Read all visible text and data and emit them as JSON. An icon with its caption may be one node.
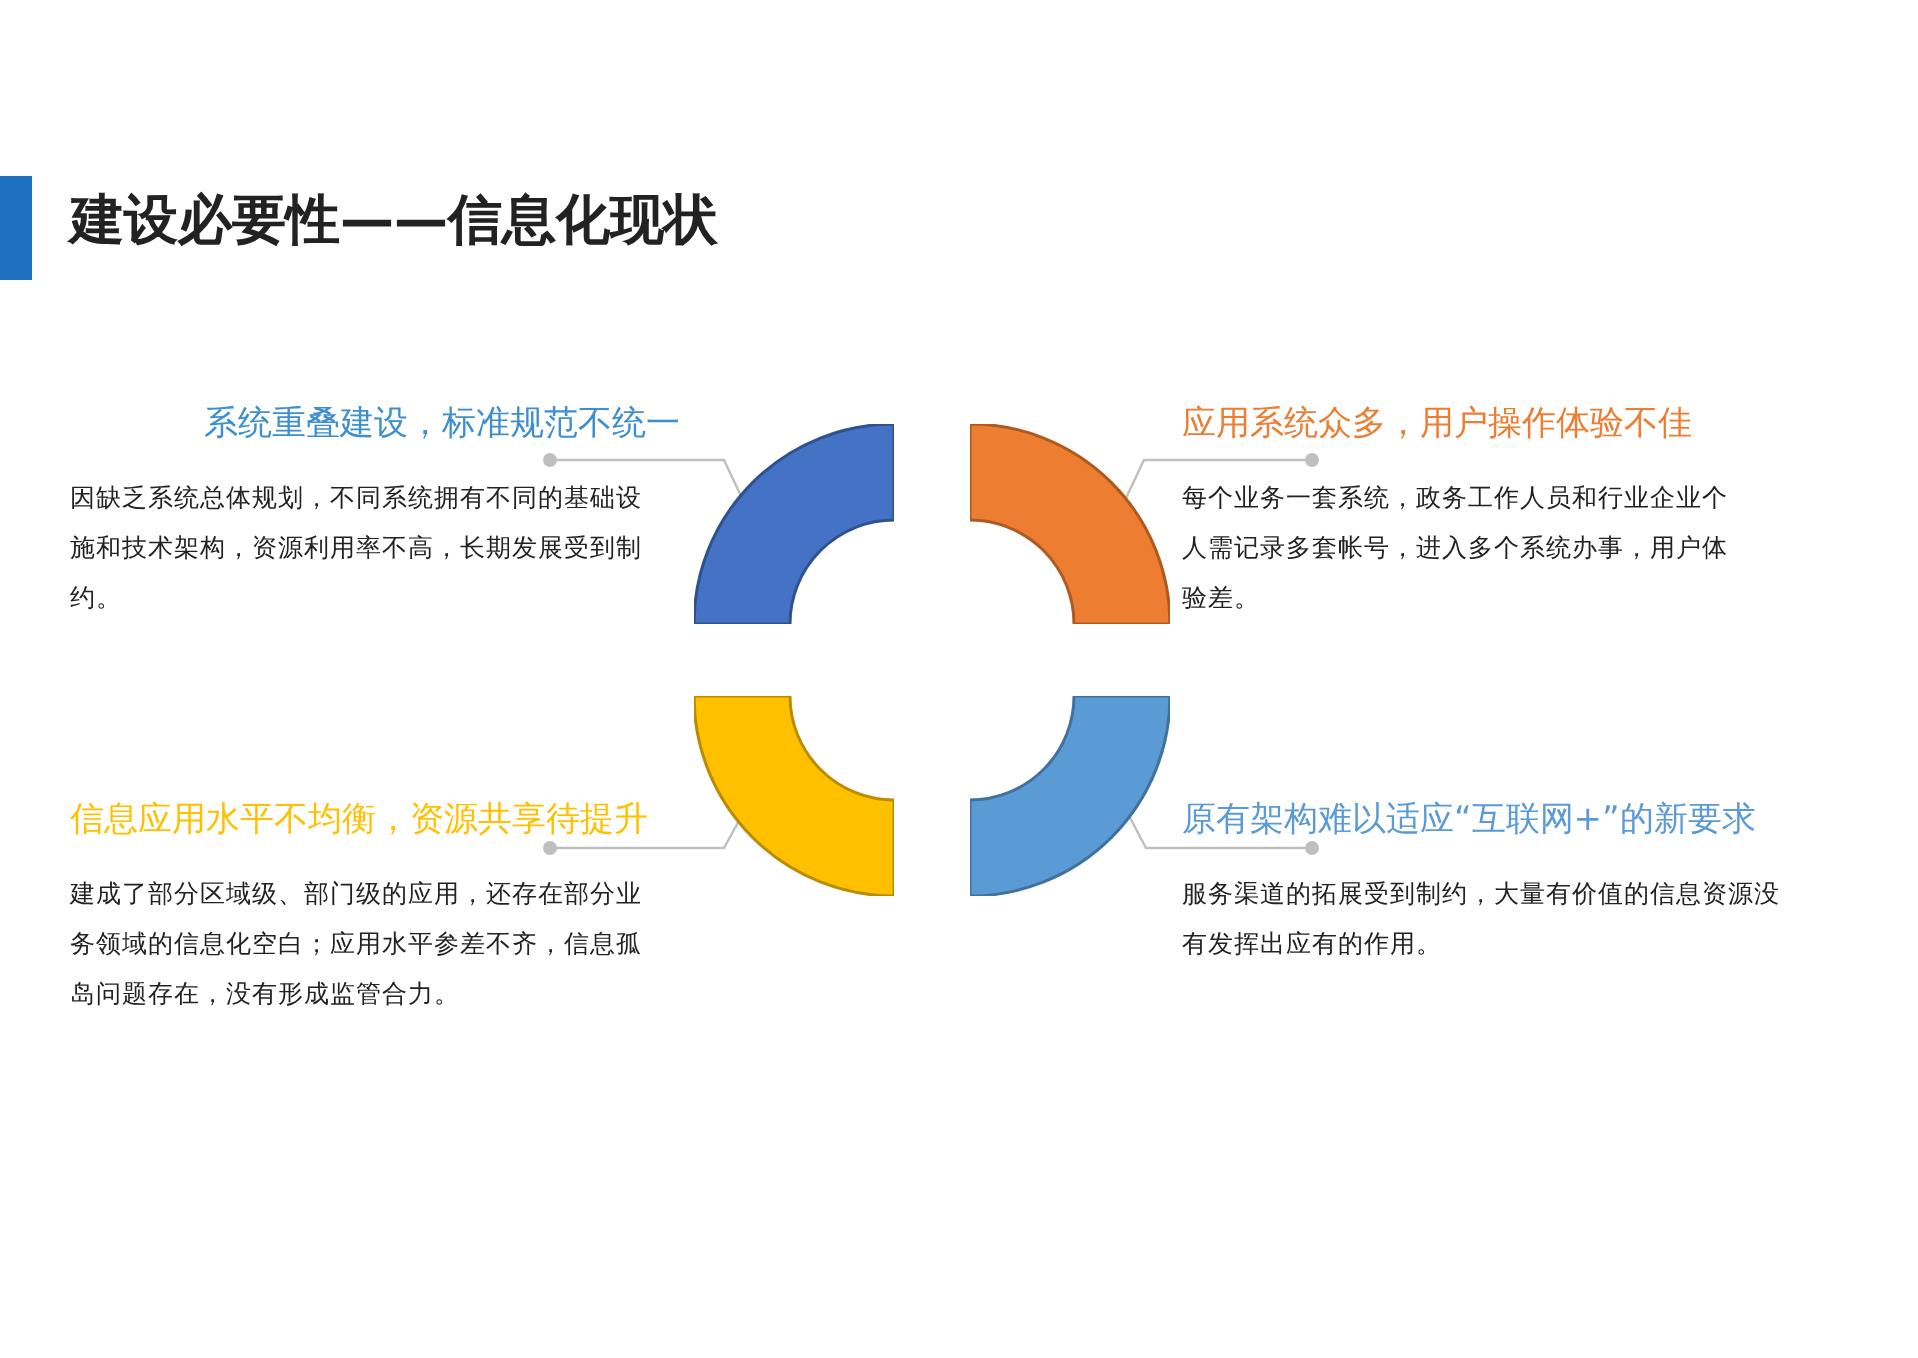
{
  "diagram": {
    "title": "建设必要性——信息化现状",
    "nodes": [
      {
        "text": [
          "系统重叠建设，标准规范不统一",
          "因缺乏系统总体规划，不同系统拥有不同的基础设施和技术架构，资源利用率不高，长期发展受到制约。"
        ]
      },
      {
        "text": [],
        "shape": "arc"
      },
      {
        "text": [],
        "shape": "arc"
      },
      {
        "text": [
          "应用系统众多，用户操作体验不佳",
          "每个业务一套系统，政务工作人员和行业企业个人需记录多套帐号，进入多个系统办事，用户体验差。"
        ]
      },
      {
        "text": [
          "信息应用水平不均衡，资源共享待提升",
          "建成了部分区域级、部门级的应用，还存在部分业务领域的信息化空白；应用水平参差不齐，信息孤岛问题存在，没有形成监管合力。"
        ]
      },
      {
        "text": [],
        "shape": "arc"
      },
      {
        "text": [],
        "shape": "arc"
      },
      {
        "text": [
          "原有架构难以适应“互联网+”的新要求",
          "服务渠道的拓展受到制约，大量有价值的信息资源没有发挥出应有的作用。"
        ]
      }
    ],
    "edges": [
      {
        "from": 0,
        "to": 1,
        "arrow": "other"
      },
      {
        "from": 3,
        "to": 2,
        "arrow": "other"
      },
      {
        "from": 4,
        "to": 5,
        "arrow": "other"
      },
      {
        "from": 7,
        "to": 6,
        "arrow": "other"
      }
    ]
  }
}
